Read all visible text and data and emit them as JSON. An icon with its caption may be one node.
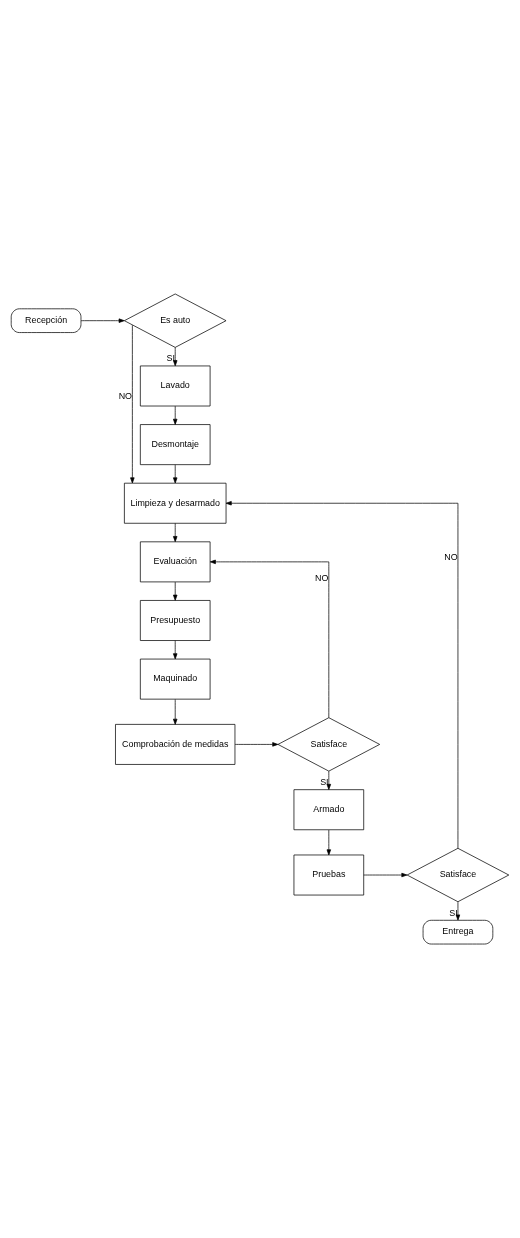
{
  "diagram": {
    "nodes": [
      {
        "text": [
          "Recepción"
        ]
      },
      {
        "text": [
          "Es auto"
        ]
      },
      {
        "text": [
          "Lavado"
        ]
      },
      {
        "text": [
          "Desmontaje"
        ]
      },
      {
        "text": [
          "Limpieza y desarmado"
        ]
      },
      {
        "text": [
          "Evaluación"
        ]
      },
      {
        "text": [
          "Presupuesto"
        ]
      },
      {
        "text": [
          "Maquinado"
        ]
      },
      {
        "text": [
          "Comprobación de medidas"
        ]
      },
      {
        "text": [
          "Satisface"
        ]
      },
      {
        "text": [
          "Armado"
        ]
      },
      {
        "text": [
          "Pruebas"
        ]
      },
      {
        "text": [
          "Satisface"
        ]
      },
      {
        "text": [
          "Entrega"
        ]
      }
    ],
    "edges": [
      {
        "from": 0,
        "to": 1,
        "arrow": "to"
      },
      {
        "from": 1,
        "to": 2,
        "arrow": "to",
        "label": "SI"
      },
      {
        "from": 2,
        "to": 3,
        "arrow": "to"
      },
      {
        "from": 1,
        "to": 4,
        "arrow": "to",
        "label": "NO"
      },
      {
        "from": 3,
        "to": 4,
        "arrow": "to"
      },
      {
        "from": 4,
        "to": 5,
        "arrow": "to"
      },
      {
        "from": 5,
        "to": 6,
        "arrow": "to"
      },
      {
        "from": 6,
        "to": 7,
        "arrow": "to"
      },
      {
        "from": 7,
        "to": 8,
        "arrow": "to"
      },
      {
        "from": 8,
        "to": 9,
        "arrow": "to"
      },
      {
        "from": 9,
        "to": 5,
        "arrow": "to",
        "label": "NO"
      },
      {
        "from": 9,
        "to": 10,
        "arrow": "to",
        "label": "SI"
      },
      {
        "from": 10,
        "to": 11,
        "arrow": "to"
      },
      {
        "from": 11,
        "to": 12,
        "arrow": "to"
      },
      {
        "from": 12,
        "to": 4,
        "arrow": "to",
        "label": "NO"
      },
      {
        "from": 12,
        "to": 13,
        "arrow": "to",
        "label": "SI"
      }
    ]
  }
}
